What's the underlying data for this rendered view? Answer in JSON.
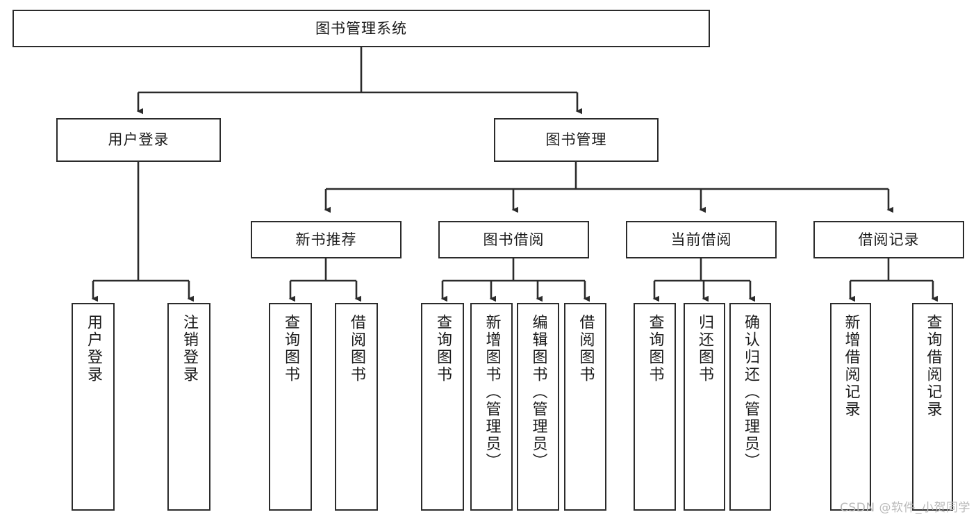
{
  "diagram": {
    "title": "图书管理系统",
    "background_color": "#ffffff",
    "line_color": "#2b2b2b",
    "text_color": "#1a1a1a",
    "root": {
      "label": "图书管理系统"
    },
    "level2": [
      {
        "label": "用户登录"
      },
      {
        "label": "图书管理"
      }
    ],
    "level3": [
      {
        "label": "新书推荐"
      },
      {
        "label": "图书借阅"
      },
      {
        "label": "当前借阅"
      },
      {
        "label": "借阅记录"
      }
    ],
    "leaves": {
      "user_login": [
        {
          "label": "用户登录"
        },
        {
          "label": "注销登录"
        }
      ],
      "new_book": [
        {
          "label": "查询图书"
        },
        {
          "label": "借阅图书"
        }
      ],
      "book_borrow": [
        {
          "label": "查询图书"
        },
        {
          "label": "新增图书（管理员）"
        },
        {
          "label": "编辑图书（管理员）"
        },
        {
          "label": "借阅图书"
        }
      ],
      "current_borrow": [
        {
          "label": "查询图书"
        },
        {
          "label": "归还图书"
        },
        {
          "label": "确认归还（管理员）"
        }
      ],
      "borrow_record": [
        {
          "label": "新增借阅记录"
        },
        {
          "label": "查询借阅记录"
        }
      ]
    }
  },
  "watermark": {
    "text": "CSDN @软件_小贺同学"
  }
}
